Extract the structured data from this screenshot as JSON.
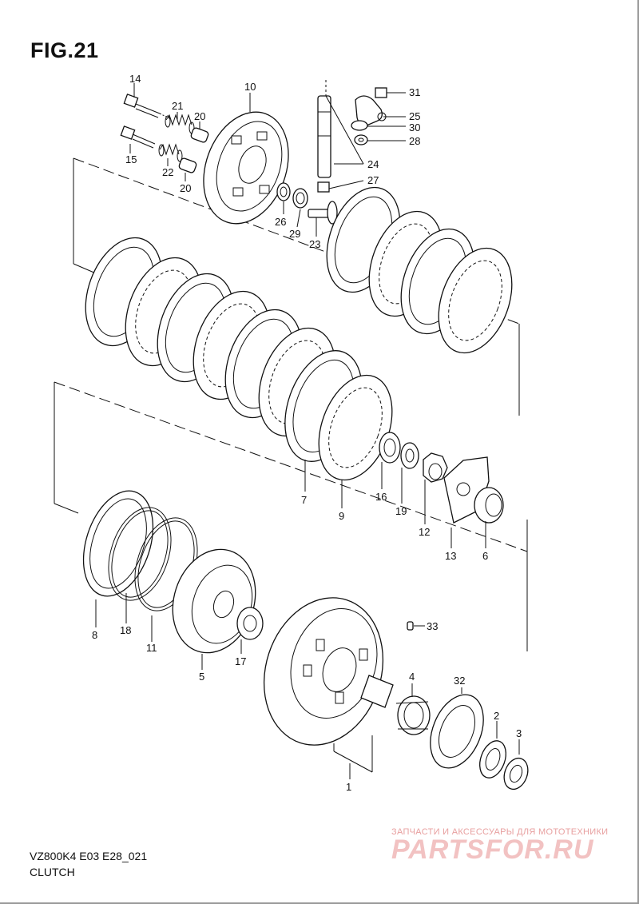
{
  "header": {
    "title": "FIG.21"
  },
  "footer": {
    "model_code": "VZ800K4 E03 E28_021",
    "section_name": "CLUTCH"
  },
  "watermark": {
    "subtitle": "ЗАПЧАСТИ И АКСЕССУАРЫ ДЛЯ МОТОТЕХНИКИ",
    "logo_text": "PARTSFOR.RU"
  },
  "callouts": [
    "14",
    "21",
    "20",
    "15",
    "22",
    "20",
    "10",
    "31",
    "25",
    "30",
    "28",
    "24",
    "27",
    "26",
    "29",
    "23",
    "7",
    "9",
    "16",
    "19",
    "12",
    "13",
    "6",
    "8",
    "18",
    "11",
    "5",
    "17",
    "33",
    "4",
    "32",
    "2",
    "3",
    "1"
  ]
}
